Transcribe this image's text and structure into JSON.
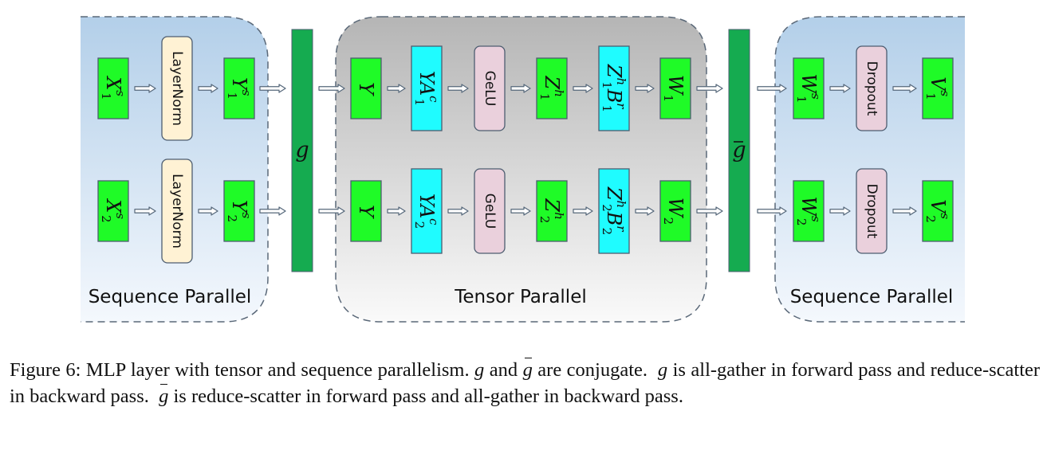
{
  "colors": {
    "seq_region_top": "#b3cfe9",
    "seq_region_bottom": "#f4f8fd",
    "tensor_region_top": "#b5b5b5",
    "tensor_region_bottom": "#fafafa",
    "region_border": "#5a6878",
    "tensor_block": "#1ffb27",
    "matmul_block": "#1ffcff",
    "layernorm_block": "#fff2d4",
    "op_block": "#ead0dc",
    "comm_bar": "#15ab50",
    "block_border": "#4d5d70"
  },
  "regions": [
    {
      "id": "seq-left",
      "label": "Sequence Parallel"
    },
    {
      "id": "tensor",
      "label": "Tensor Parallel"
    },
    {
      "id": "seq-right",
      "label": "Sequence Parallel"
    }
  ],
  "comm_ops": [
    {
      "id": "g",
      "symbol": "g",
      "bar": false
    },
    {
      "id": "g-bar",
      "symbol": "g",
      "bar": true
    }
  ],
  "rows": [
    {
      "index": 1,
      "blocks": [
        {
          "kind": "tensor",
          "base": "X",
          "sup": "s",
          "sub": "1"
        },
        {
          "kind": "layernorm",
          "text": "LayerNorm"
        },
        {
          "kind": "tensor",
          "base": "Y",
          "sup": "s",
          "sub": "1"
        },
        {
          "kind": "tensor",
          "base": "Y",
          "sup": "",
          "sub": ""
        },
        {
          "kind": "matmul",
          "base": "YA",
          "sup": "c",
          "sub": "1"
        },
        {
          "kind": "op",
          "text": "GeLU"
        },
        {
          "kind": "tensor",
          "base": "Z",
          "sup": "h",
          "sub": "1"
        },
        {
          "kind": "matmul",
          "base": "ZB",
          "sup": "h|r",
          "sub": "1|1"
        },
        {
          "kind": "tensor",
          "base": "W",
          "sup": "",
          "sub": "1"
        },
        {
          "kind": "tensor",
          "base": "W",
          "sup": "s",
          "sub": "1"
        },
        {
          "kind": "op",
          "text": "Dropout"
        },
        {
          "kind": "tensor",
          "base": "V",
          "sup": "s",
          "sub": "1"
        }
      ]
    },
    {
      "index": 2,
      "blocks": [
        {
          "kind": "tensor",
          "base": "X",
          "sup": "s",
          "sub": "2"
        },
        {
          "kind": "layernorm",
          "text": "LayerNorm"
        },
        {
          "kind": "tensor",
          "base": "Y",
          "sup": "s",
          "sub": "2"
        },
        {
          "kind": "tensor",
          "base": "Y",
          "sup": "",
          "sub": ""
        },
        {
          "kind": "matmul",
          "base": "YA",
          "sup": "c",
          "sub": "2"
        },
        {
          "kind": "op",
          "text": "GeLU"
        },
        {
          "kind": "tensor",
          "base": "Z",
          "sup": "h",
          "sub": "2"
        },
        {
          "kind": "matmul",
          "base": "ZB",
          "sup": "h|r",
          "sub": "2|2"
        },
        {
          "kind": "tensor",
          "base": "W",
          "sup": "",
          "sub": "2"
        },
        {
          "kind": "tensor",
          "base": "W",
          "sup": "s",
          "sub": "2"
        },
        {
          "kind": "op",
          "text": "Dropout"
        },
        {
          "kind": "tensor",
          "base": "V",
          "sup": "s",
          "sub": "2"
        }
      ]
    }
  ],
  "caption": {
    "prefix": "Figure 6: MLP layer with tensor and sequence parallelism.",
    "g1": "g",
    "t1": "and",
    "g2": "g",
    "t2": "are conjugate.",
    "g3": "g",
    "t3": "is all-gather in forward pass and reduce-scatter in backward pass.",
    "g4": "g",
    "t4": "is reduce-scatter in forward pass and all-gather in backward pass."
  }
}
